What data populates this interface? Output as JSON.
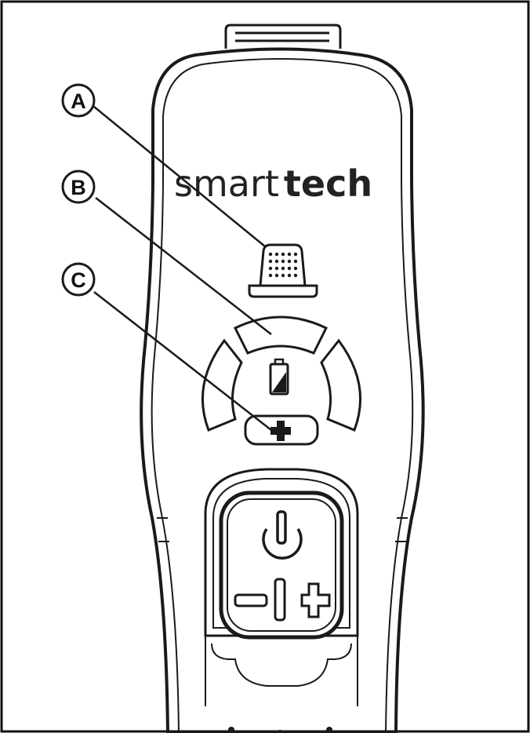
{
  "brand": {
    "word_light": "smart",
    "word_bold": "tech"
  },
  "callouts": [
    {
      "letter": "A",
      "target": "brush-head-indicator"
    },
    {
      "letter": "B",
      "target": "mode-indicator-arc"
    },
    {
      "letter": "C",
      "target": "boost-plus-indicator"
    }
  ],
  "controls": {
    "power_icon": "power-icon",
    "minus_icon": "minus-icon",
    "plus_icon": "plus-icon",
    "battery_icon": "battery-icon"
  },
  "colors": {
    "line": "#1a1a1a",
    "background": "#ffffff"
  }
}
